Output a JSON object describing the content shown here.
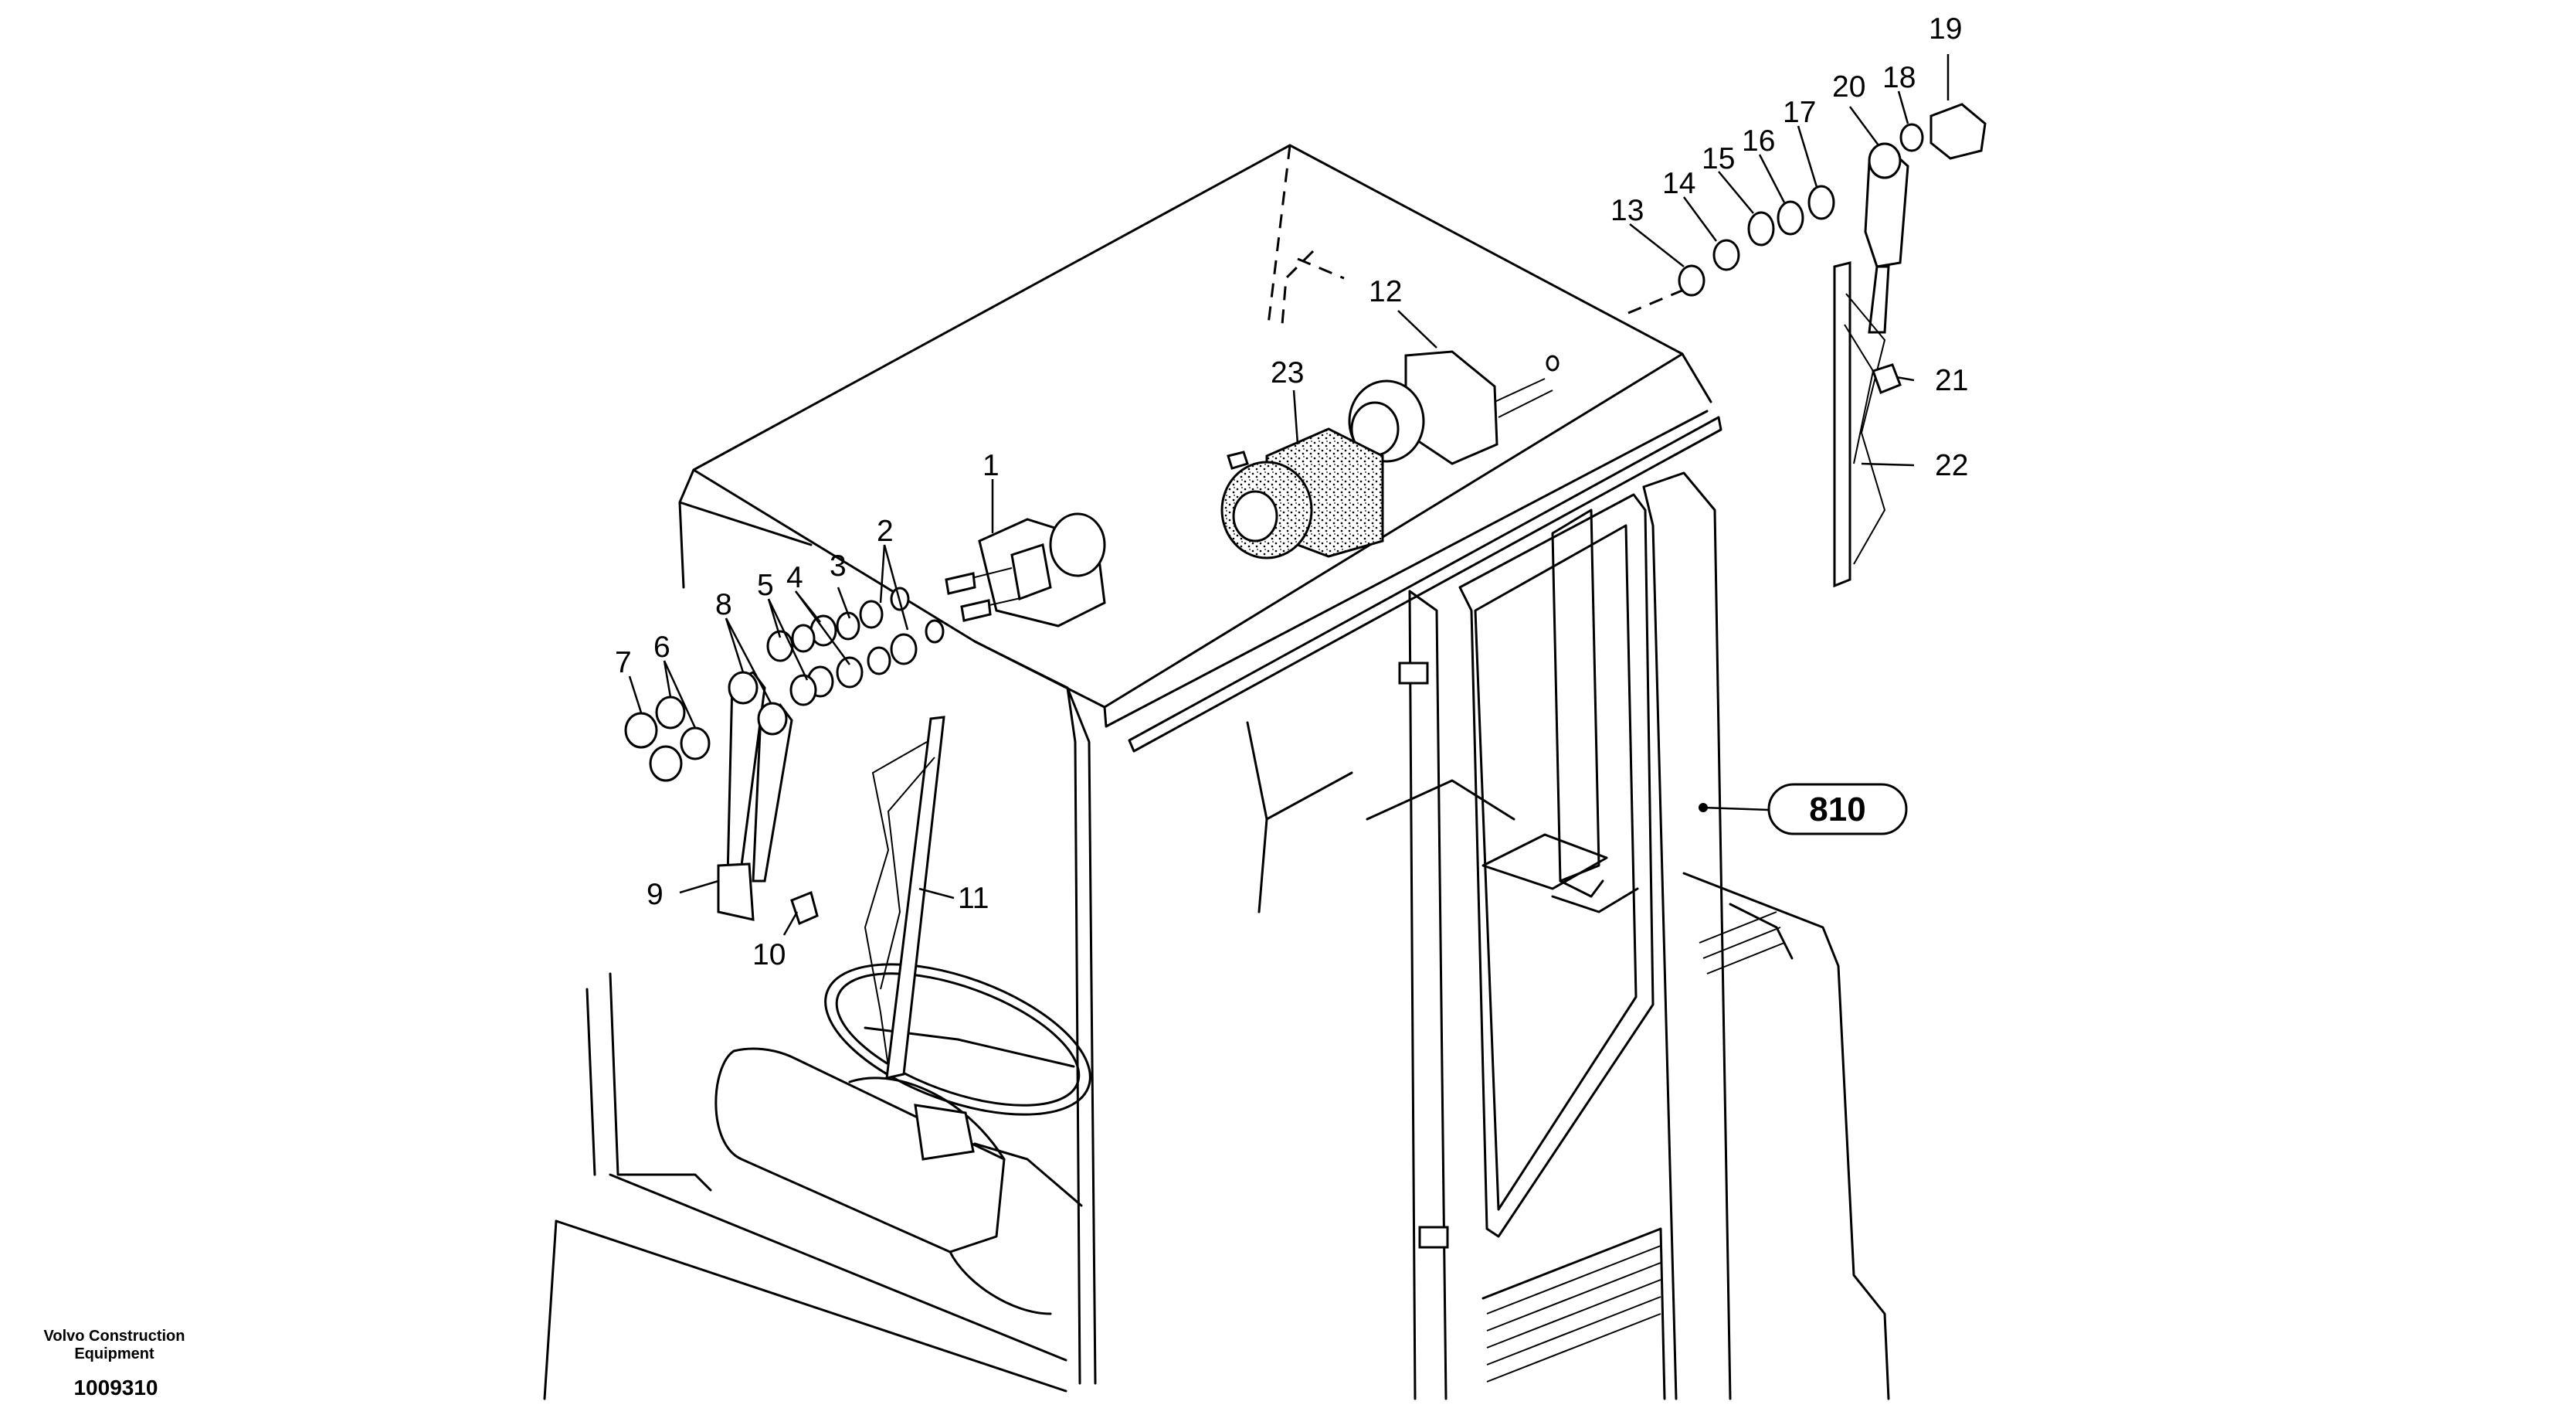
{
  "diagram": {
    "callouts": [
      {
        "id": "c1",
        "text": "1"
      },
      {
        "id": "c2",
        "text": "2"
      },
      {
        "id": "c3",
        "text": "3"
      },
      {
        "id": "c4",
        "text": "4"
      },
      {
        "id": "c5",
        "text": "5"
      },
      {
        "id": "c6",
        "text": "6"
      },
      {
        "id": "c7",
        "text": "7"
      },
      {
        "id": "c8",
        "text": "8"
      },
      {
        "id": "c9",
        "text": "9"
      },
      {
        "id": "c10",
        "text": "10"
      },
      {
        "id": "c11",
        "text": "11"
      },
      {
        "id": "c12",
        "text": "12"
      },
      {
        "id": "c13",
        "text": "13"
      },
      {
        "id": "c14",
        "text": "14"
      },
      {
        "id": "c15",
        "text": "15"
      },
      {
        "id": "c16",
        "text": "16"
      },
      {
        "id": "c17",
        "text": "17"
      },
      {
        "id": "c18",
        "text": "18"
      },
      {
        "id": "c19",
        "text": "19"
      },
      {
        "id": "c20",
        "text": "20"
      },
      {
        "id": "c21",
        "text": "21"
      },
      {
        "id": "c22",
        "text": "22"
      },
      {
        "id": "c23",
        "text": "23"
      }
    ],
    "reference_badge": "810",
    "footer": {
      "company_line1": "Volvo Construction",
      "company_line2": "Equipment",
      "drawing_number": "1009310"
    }
  }
}
